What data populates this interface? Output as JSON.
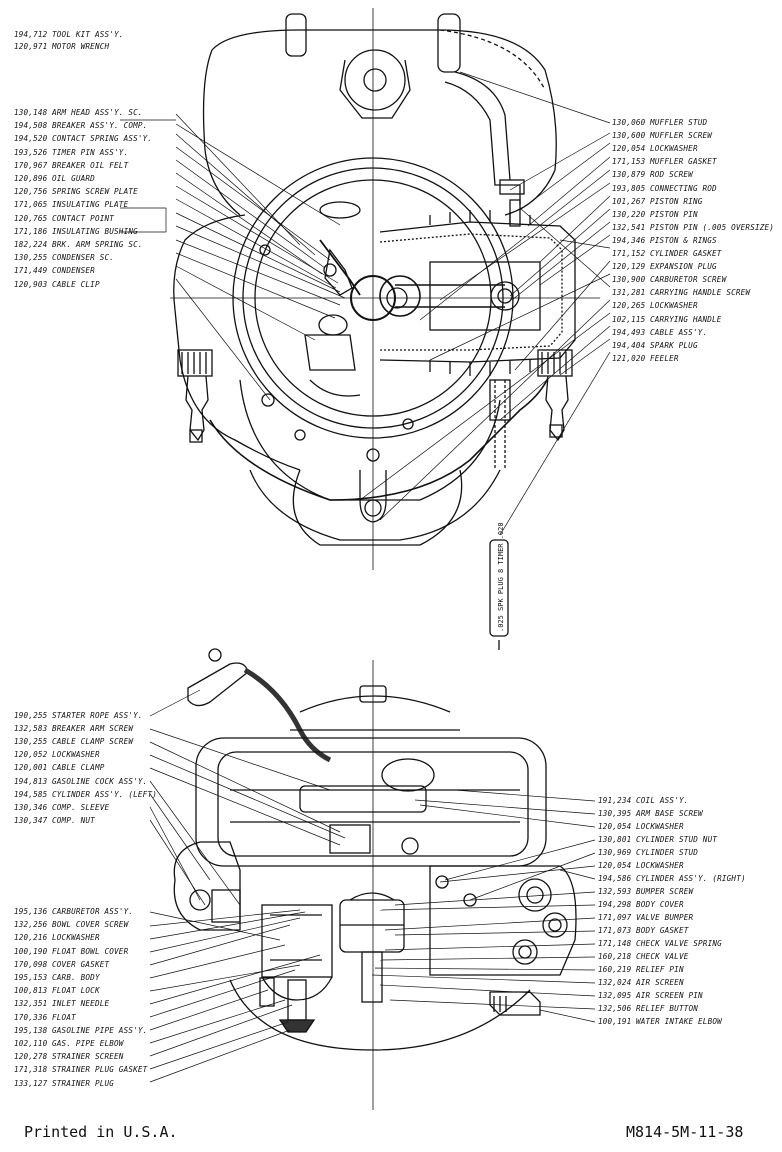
{
  "tool_labels": [
    {
      "part": "194,712",
      "name": "TOOL KIT ASS'Y."
    },
    {
      "part": "120,971",
      "name": "MOTOR WRENCH"
    }
  ],
  "upper_left_labels": [
    {
      "part": "130,148",
      "name": "ARM HEAD ASS'Y. SC."
    },
    {
      "part": "194,508",
      "name": "BREAKER ASS'Y. COMP."
    },
    {
      "part": "194,520",
      "name": "CONTACT SPRING ASS'Y."
    },
    {
      "part": "193,526",
      "name": "TIMER PIN ASS'Y."
    },
    {
      "part": "170,967",
      "name": "BREAKER OIL FELT"
    },
    {
      "part": "120,896",
      "name": "OIL GUARD"
    },
    {
      "part": "120,756",
      "name": "SPRING SCREW PLATE"
    },
    {
      "part": "171,065",
      "name": "INSULATING PLATE"
    },
    {
      "part": "120,765",
      "name": "CONTACT POINT"
    },
    {
      "part": "171,186",
      "name": "INSULATING BUSHING"
    },
    {
      "part": "182,224",
      "name": "BRK. ARM SPRING SC."
    },
    {
      "part": "130,255",
      "name": "CONDENSER SC."
    },
    {
      "part": "171,449",
      "name": "CONDENSER"
    },
    {
      "part": "120,903",
      "name": "CABLE CLIP"
    }
  ],
  "upper_right_labels": [
    {
      "part": "130,060",
      "name": "MUFFLER STUD"
    },
    {
      "part": "130,600",
      "name": "MUFFLER SCREW"
    },
    {
      "part": "120,054",
      "name": "LOCKWASHER"
    },
    {
      "part": "171,153",
      "name": "MUFFLER GASKET"
    },
    {
      "part": "130,879",
      "name": "ROD SCREW"
    },
    {
      "part": "193,805",
      "name": "CONNECTING ROD"
    },
    {
      "part": "101,267",
      "name": "PISTON RING"
    },
    {
      "part": "130,220",
      "name": "PISTON PIN"
    },
    {
      "part": "132,541",
      "name": "PISTON PIN (.005 OVERSIZE)"
    },
    {
      "part": "194,346",
      "name": "PISTON & RINGS"
    },
    {
      "part": "171,152",
      "name": "CYLINDER GASKET"
    },
    {
      "part": "120,129",
      "name": "EXPANSION PLUG"
    },
    {
      "part": "130,900",
      "name": "CARBURETOR SCREW"
    },
    {
      "part": "131,281",
      "name": "CARRYING HANDLE SCREW"
    },
    {
      "part": "120,265",
      "name": "LOCKWASHER"
    },
    {
      "part": "102,115",
      "name": "CARRYING HANDLE"
    },
    {
      "part": "194,493",
      "name": "CABLE ASS'Y."
    },
    {
      "part": "194,404",
      "name": "SPARK PLUG"
    },
    {
      "part": "121,020",
      "name": "FEELER"
    }
  ],
  "feeler_text": ".025 SPK PLUG 8 TIMER .020",
  "lower_left_labels_a": [
    {
      "part": "190,255",
      "name": "STARTER ROPE ASS'Y."
    },
    {
      "part": "132,583",
      "name": "BREAKER ARM SCREW"
    },
    {
      "part": "130,255",
      "name": "CABLE CLAMP SCREW"
    },
    {
      "part": "120,052",
      "name": "LOCKWASHER"
    },
    {
      "part": "120,001",
      "name": "CABLE CLAMP"
    },
    {
      "part": "194,813",
      "name": "GASOLINE COCK ASS'Y."
    },
    {
      "part": "194,585",
      "name": "CYLINDER ASS'Y. (LEFT)"
    },
    {
      "part": "130,346",
      "name": "COMP. SLEEVE"
    },
    {
      "part": "130,347",
      "name": "COMP. NUT"
    }
  ],
  "lower_left_labels_b": [
    {
      "part": "195,136",
      "name": "CARBURETOR ASS'Y."
    },
    {
      "part": "132,256",
      "name": "BOWL COVER SCREW"
    },
    {
      "part": "120,216",
      "name": "LOCKWASHER"
    },
    {
      "part": "100,190",
      "name": "FLOAT BOWL COVER"
    },
    {
      "part": "170,098",
      "name": "COVER GASKET"
    },
    {
      "part": "195,153",
      "name": "CARB. BODY"
    },
    {
      "part": "100,813",
      "name": "FLOAT LOCK"
    },
    {
      "part": "132,351",
      "name": "INLET NEEDLE"
    },
    {
      "part": "170,336",
      "name": "FLOAT"
    },
    {
      "part": "195,138",
      "name": "GASOLINE PIPE ASS'Y."
    },
    {
      "part": "102,110",
      "name": "GAS. PIPE ELBOW"
    },
    {
      "part": "120,278",
      "name": "STRAINER SCREEN"
    },
    {
      "part": "171,318",
      "name": "STRAINER PLUG GASKET"
    },
    {
      "part": "133,127",
      "name": "STRAINER PLUG"
    }
  ],
  "lower_right_labels": [
    {
      "part": "191,234",
      "name": "COIL ASS'Y."
    },
    {
      "part": "130,395",
      "name": "ARM BASE SCREW"
    },
    {
      "part": "120,054",
      "name": "LOCKWASHER"
    },
    {
      "part": "130,801",
      "name": "CYLINDER STUD NUT"
    },
    {
      "part": "130,969",
      "name": "CYLINDER STUD"
    },
    {
      "part": "120,054",
      "name": "LOCKWASHER"
    },
    {
      "part": "194,586",
      "name": "CYLINDER ASS'Y. (RIGHT)"
    },
    {
      "part": "132,593",
      "name": "BUMPER SCREW"
    },
    {
      "part": "194,298",
      "name": "BODY COVER"
    },
    {
      "part": "171,097",
      "name": "VALVE BUMPER"
    },
    {
      "part": "171,073",
      "name": "BODY GASKET"
    },
    {
      "part": "171,148",
      "name": "CHECK VALVE SPRING"
    },
    {
      "part": "160,218",
      "name": "CHECK VALVE"
    },
    {
      "part": "160,219",
      "name": "RELIEF PIN"
    },
    {
      "part": "132,024",
      "name": "AIR SCREEN"
    },
    {
      "part": "132,095",
      "name": "AIR SCREEN PIN"
    },
    {
      "part": "132,506",
      "name": "RELIEF BUTTON"
    },
    {
      "part": "100,191",
      "name": "WATER INTAKE ELBOW"
    }
  ],
  "footer": {
    "printed": "Printed in U.S.A.",
    "code": "M814-5M-11-38"
  }
}
